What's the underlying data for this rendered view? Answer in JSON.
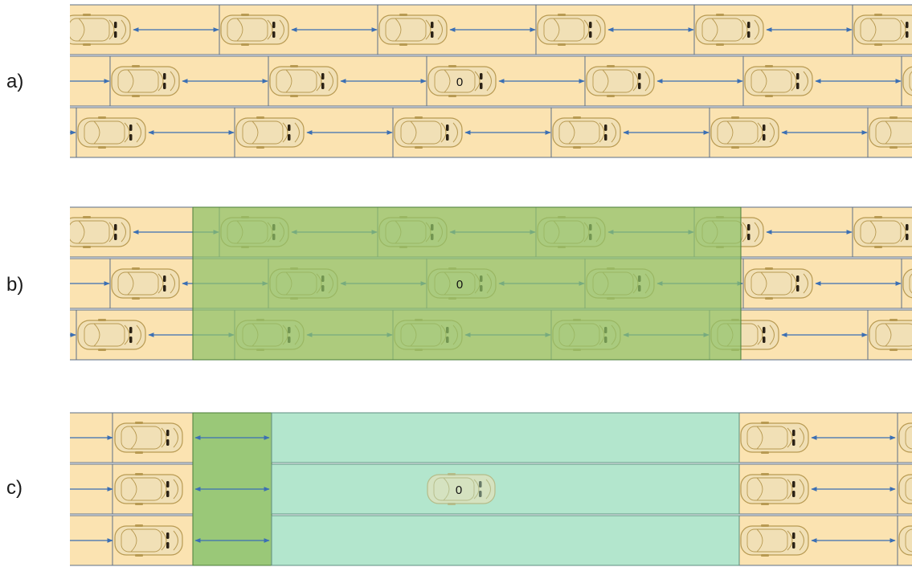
{
  "panels": [
    {
      "label": "a)",
      "ego_label": "0"
    },
    {
      "label": "b)",
      "ego_label": "0"
    },
    {
      "label": "c)",
      "ego_label": "0"
    }
  ],
  "colors": {
    "lane": "#fbe3b1",
    "cell_border": "#5d6f86",
    "arrow": "#3b6fb4",
    "car_body": "#f1e0b6",
    "car_stroke": "#b89a52",
    "neighborhood": "#8fc269",
    "neighborhood_border": "#4b7d39",
    "free_space": "#b3e6cd",
    "free_space_border": "#5d8d80"
  }
}
